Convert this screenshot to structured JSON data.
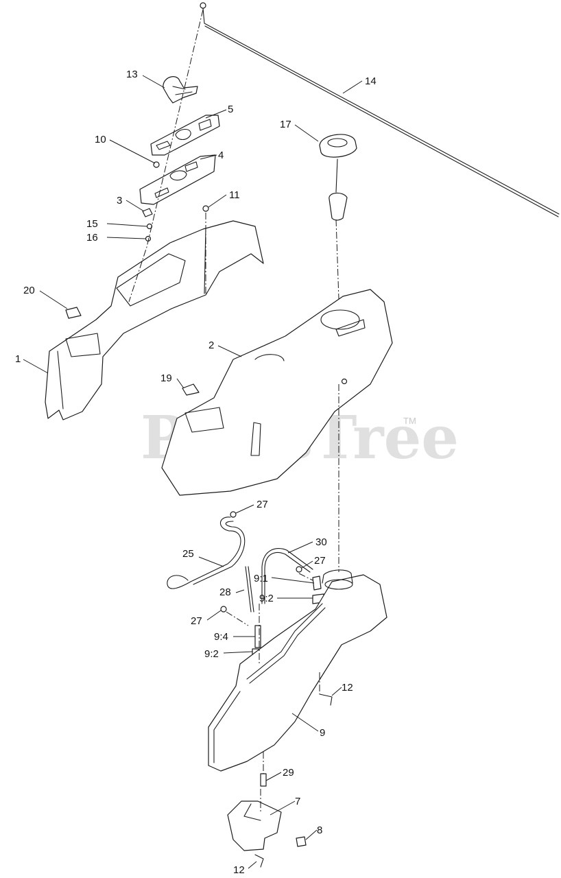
{
  "watermark": {
    "brand": "PartsTree",
    "trademark": "TM"
  },
  "callouts": [
    {
      "id": "c14",
      "label": "14"
    },
    {
      "id": "c13",
      "label": "13"
    },
    {
      "id": "c5",
      "label": "5"
    },
    {
      "id": "c17",
      "label": "17"
    },
    {
      "id": "c10",
      "label": "10"
    },
    {
      "id": "c4",
      "label": "4"
    },
    {
      "id": "c3",
      "label": "3"
    },
    {
      "id": "c11",
      "label": "11"
    },
    {
      "id": "c15",
      "label": "15"
    },
    {
      "id": "c16",
      "label": "16"
    },
    {
      "id": "c20",
      "label": "20"
    },
    {
      "id": "c1",
      "label": "1"
    },
    {
      "id": "c2",
      "label": "2"
    },
    {
      "id": "c19",
      "label": "19"
    },
    {
      "id": "c27a",
      "label": "27"
    },
    {
      "id": "c30",
      "label": "30"
    },
    {
      "id": "c25",
      "label": "25"
    },
    {
      "id": "c27b",
      "label": "27"
    },
    {
      "id": "c91",
      "label": "9:1"
    },
    {
      "id": "c28",
      "label": "28"
    },
    {
      "id": "c92a",
      "label": "9:2"
    },
    {
      "id": "c27c",
      "label": "27"
    },
    {
      "id": "c94",
      "label": "9:4"
    },
    {
      "id": "c92b",
      "label": "9:2"
    },
    {
      "id": "c12a",
      "label": "12"
    },
    {
      "id": "c9",
      "label": "9"
    },
    {
      "id": "c29",
      "label": "29"
    },
    {
      "id": "c7",
      "label": "7"
    },
    {
      "id": "c8",
      "label": "8"
    },
    {
      "id": "c12b",
      "label": "12"
    }
  ]
}
